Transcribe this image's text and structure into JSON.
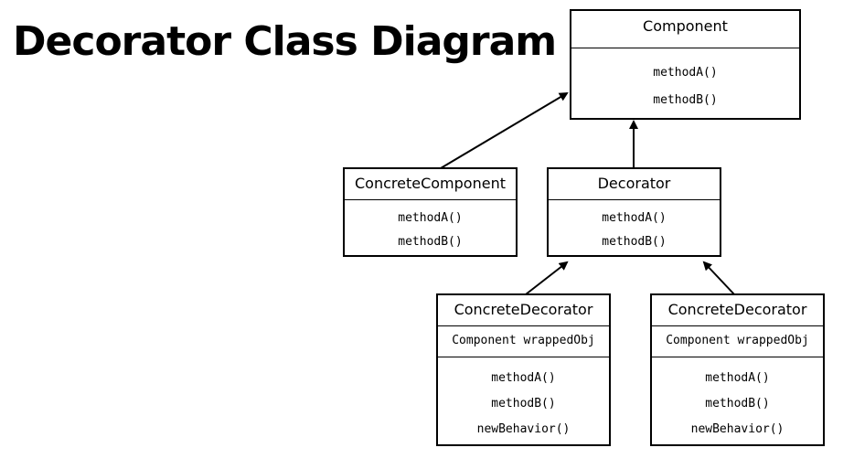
{
  "title": "Decorator Class Diagram",
  "component": {
    "name": "Component",
    "methods": [
      "methodA()",
      "methodB()"
    ]
  },
  "concrete_component": {
    "name": "ConcreteComponent",
    "methods": [
      "methodA()",
      "methodB()"
    ]
  },
  "decorator": {
    "name": "Decorator",
    "methods": [
      "methodA()",
      "methodB()"
    ]
  },
  "concrete_decorator_1": {
    "name": "ConcreteDecorator",
    "attribute": "Component wrappedObj",
    "methods": [
      "methodA()",
      "methodB()",
      "newBehavior()"
    ]
  },
  "concrete_decorator_2": {
    "name": "ConcreteDecorator",
    "attribute": "Component wrappedObj",
    "methods": [
      "methodA()",
      "methodB()",
      "newBehavior()"
    ]
  }
}
